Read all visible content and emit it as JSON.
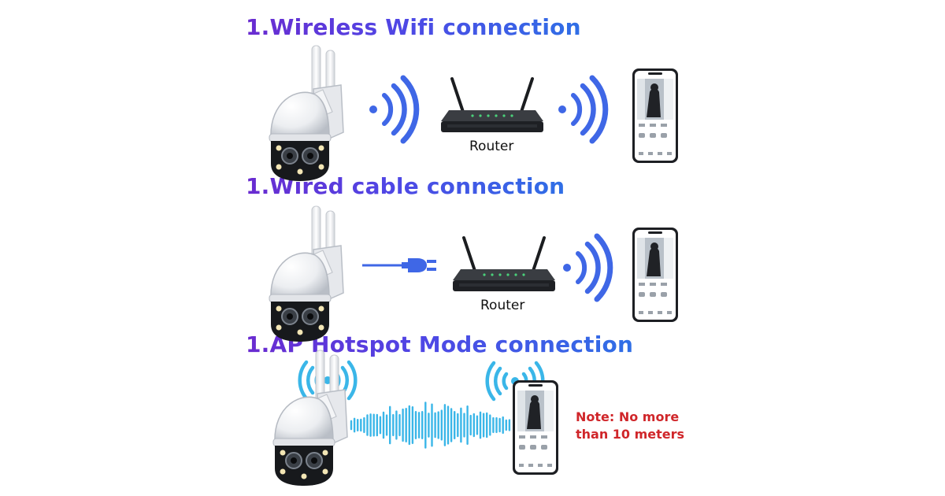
{
  "sections": [
    {
      "title": "1.Wireless Wifi connection",
      "router_label": "Router"
    },
    {
      "title": "1.Wired cable connection",
      "router_label": "Router"
    },
    {
      "title": "1.AP Hotspot Mode connection"
    }
  ],
  "note": {
    "line1": "Note: No more",
    "line2": "than 10 meters"
  },
  "colors": {
    "title_start": "#6a2bd0",
    "title_end": "#2f6fe6",
    "signal_blue": "#3f67e6",
    "wave_cyan": "#3ab6e8",
    "note_red": "#d0262a"
  },
  "icons": [
    "camera-icon",
    "wifi-signal-icon",
    "router-icon",
    "smartphone-icon",
    "power-plug-icon",
    "sound-wave-icon"
  ]
}
